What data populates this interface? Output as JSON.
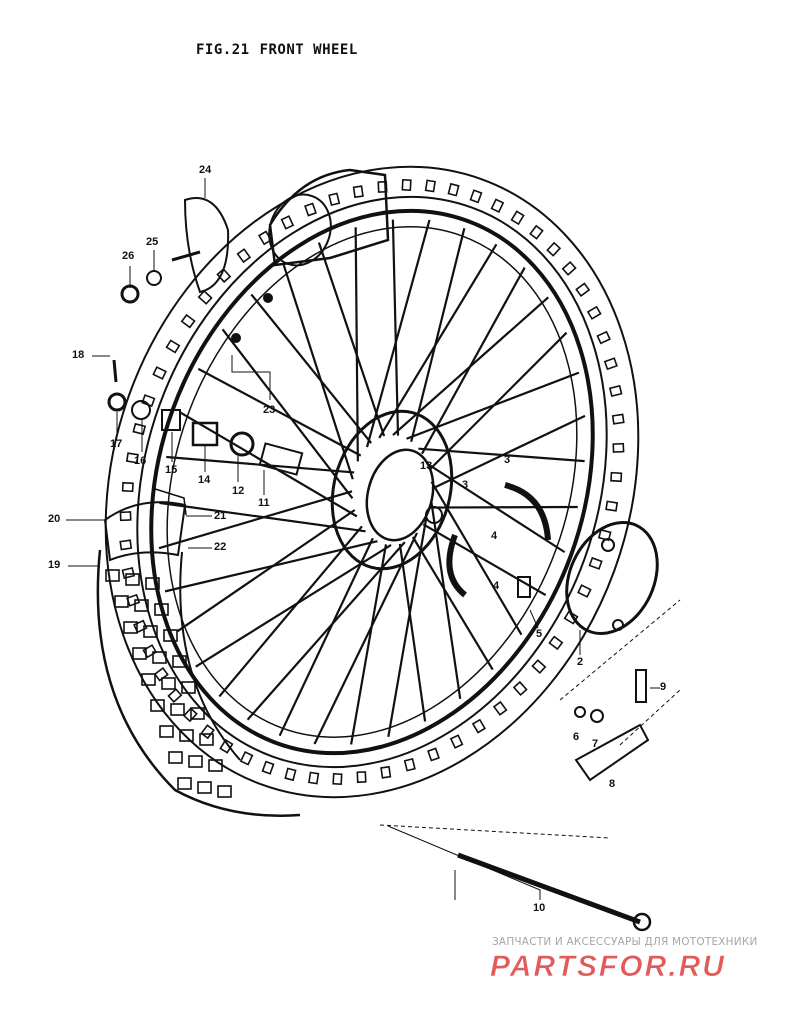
{
  "figure": {
    "number": "FIG.21",
    "title": "FRONT WHEEL"
  },
  "callouts": [
    "24",
    "26",
    "25",
    "18",
    "17",
    "16",
    "15",
    "14",
    "12",
    "11",
    "23",
    "20",
    "21",
    "19",
    "22",
    "13",
    "3",
    "3",
    "4",
    "4",
    "5",
    "2",
    "9",
    "6",
    "7",
    "8",
    "10"
  ],
  "watermark": {
    "caption": "ЗАПЧАСТИ И АКСЕССУАРЫ ДЛЯ МОТОТЕХНИКИ",
    "logo": "PARTSFOR.RU",
    "color": "#e35a5a"
  }
}
